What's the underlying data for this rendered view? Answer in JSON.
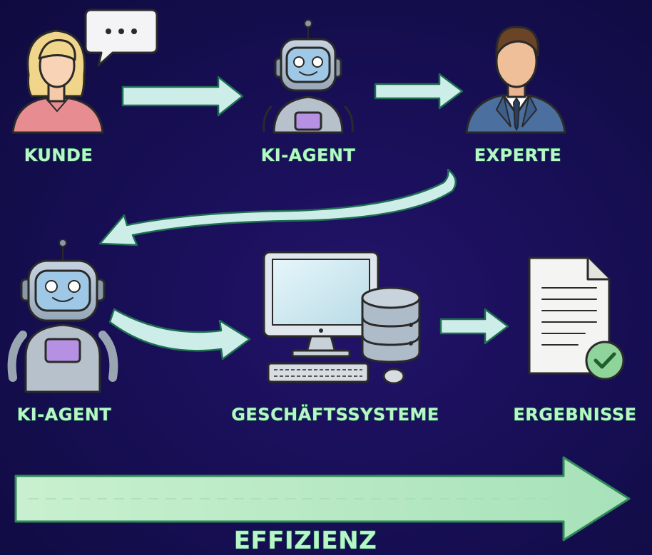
{
  "nodes": {
    "kunde": "KUNDE",
    "ki_agent_1": "KI-AGENT",
    "experte": "EXPERTE",
    "ki_agent_2": "KI-AGENT",
    "geschaeftssysteme": "GESCHÄFTSSYSTEME",
    "ergebnisse": "ERGEBNISSE"
  },
  "bottom_arrow_label": "EFFIZIENZ",
  "icons": {
    "speech_bubble": "speech-bubble-icon",
    "woman": "customer-woman-icon",
    "robot": "robot-icon",
    "expert": "businessman-icon",
    "computer": "desktop-computer-icon",
    "database": "database-icon",
    "document": "document-check-icon"
  },
  "colors": {
    "background": "#180f57",
    "label_text": "#b8f5c8",
    "arrow_fill": "#cdeee8",
    "efficiency_arrow": "#bfe8c8"
  }
}
